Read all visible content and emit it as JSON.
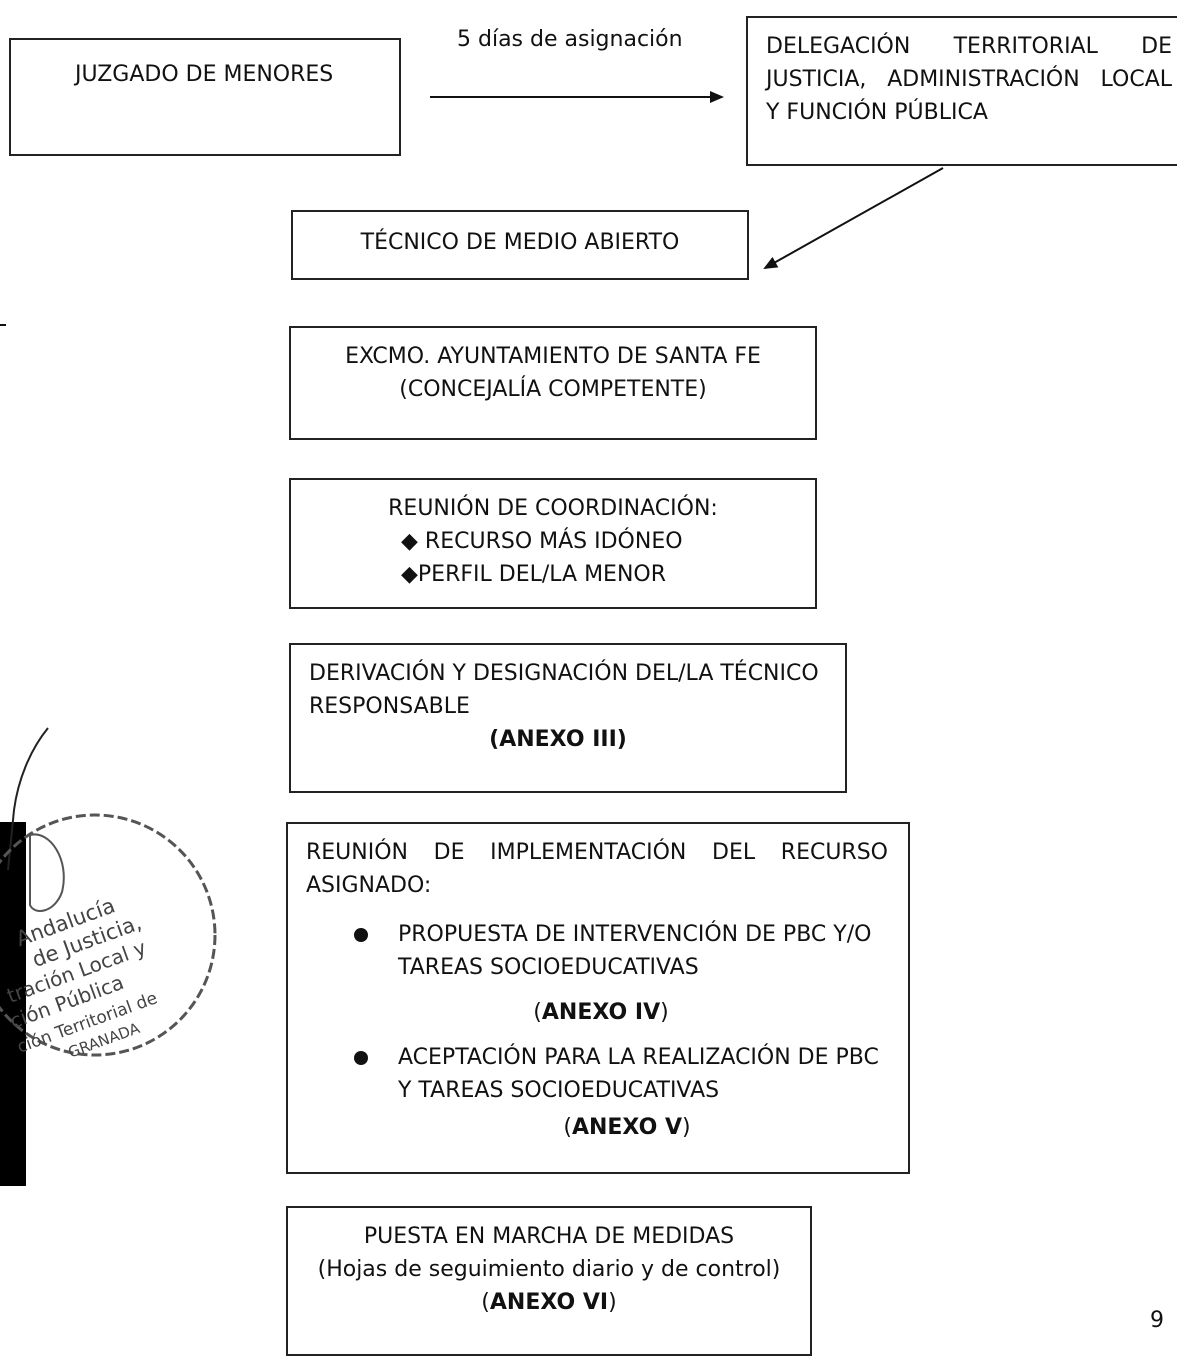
{
  "box_juzgado": {
    "text": "JUZGADO DE MENORES"
  },
  "arrow_label": "5 días de asignación",
  "box_delegacion": {
    "lines": [
      "DELEGACIÓN TERRITORIAL DE",
      "JUSTICIA, ADMINISTRACIÓN LOCAL",
      "Y FUNCIÓN PÚBLICA"
    ]
  },
  "box_tecnico": {
    "text": "TÉCNICO DE MEDIO ABIERTO"
  },
  "box_ayuntamiento": {
    "line1": "EXCMO. AYUNTAMIENTO DE  SANTA FE",
    "line2": "(CONCEJALÍA COMPETENTE)"
  },
  "box_reunion_coord": {
    "title": "REUNIÓN DE COORDINACIÓN:",
    "items": [
      "◆ RECURSO MÁS IDÓNEO",
      "◆PERFIL DEL/LA MENOR"
    ]
  },
  "box_derivacion": {
    "lines": [
      "DERIVACIÓN Y DESIGNACIÓN DEL/LA TÉCNICO",
      "RESPONSABLE"
    ],
    "annex": "(ANEXO III)"
  },
  "box_implementacion": {
    "title_lines": [
      "REUNIÓN DE IMPLEMENTACIÓN DEL RECURSO",
      "ASIGNADO:"
    ],
    "item1_lines": [
      "PROPUESTA DE INTERVENCIÓN DE PBC Y/O",
      "TAREAS SOCIOEDUCATIVAS"
    ],
    "item1_annex_open": "(",
    "item1_annex": "ANEXO IV",
    "item1_annex_close": ")",
    "item2_lines": [
      "ACEPTACIÓN PARA LA REALIZACIÓN DE PBC",
      "Y TAREAS SOCIOEDUCATIVAS"
    ],
    "item2_annex_open": "(",
    "item2_annex": "ANEXO V",
    "item2_annex_close": ")"
  },
  "box_puesta": {
    "line1": "PUESTA EN MARCHA DE MEDIDAS",
    "line2": "(Hojas de seguimiento diario y de control)",
    "annex_open": "(",
    "annex": "ANEXO VI",
    "annex_close": ")"
  },
  "seal": {
    "lines": [
      "Andalucía",
      "de Justicia,",
      "tración Local y",
      "ción Pública",
      "ción Territorial de",
      "GRANADA"
    ]
  },
  "page_number": "9"
}
